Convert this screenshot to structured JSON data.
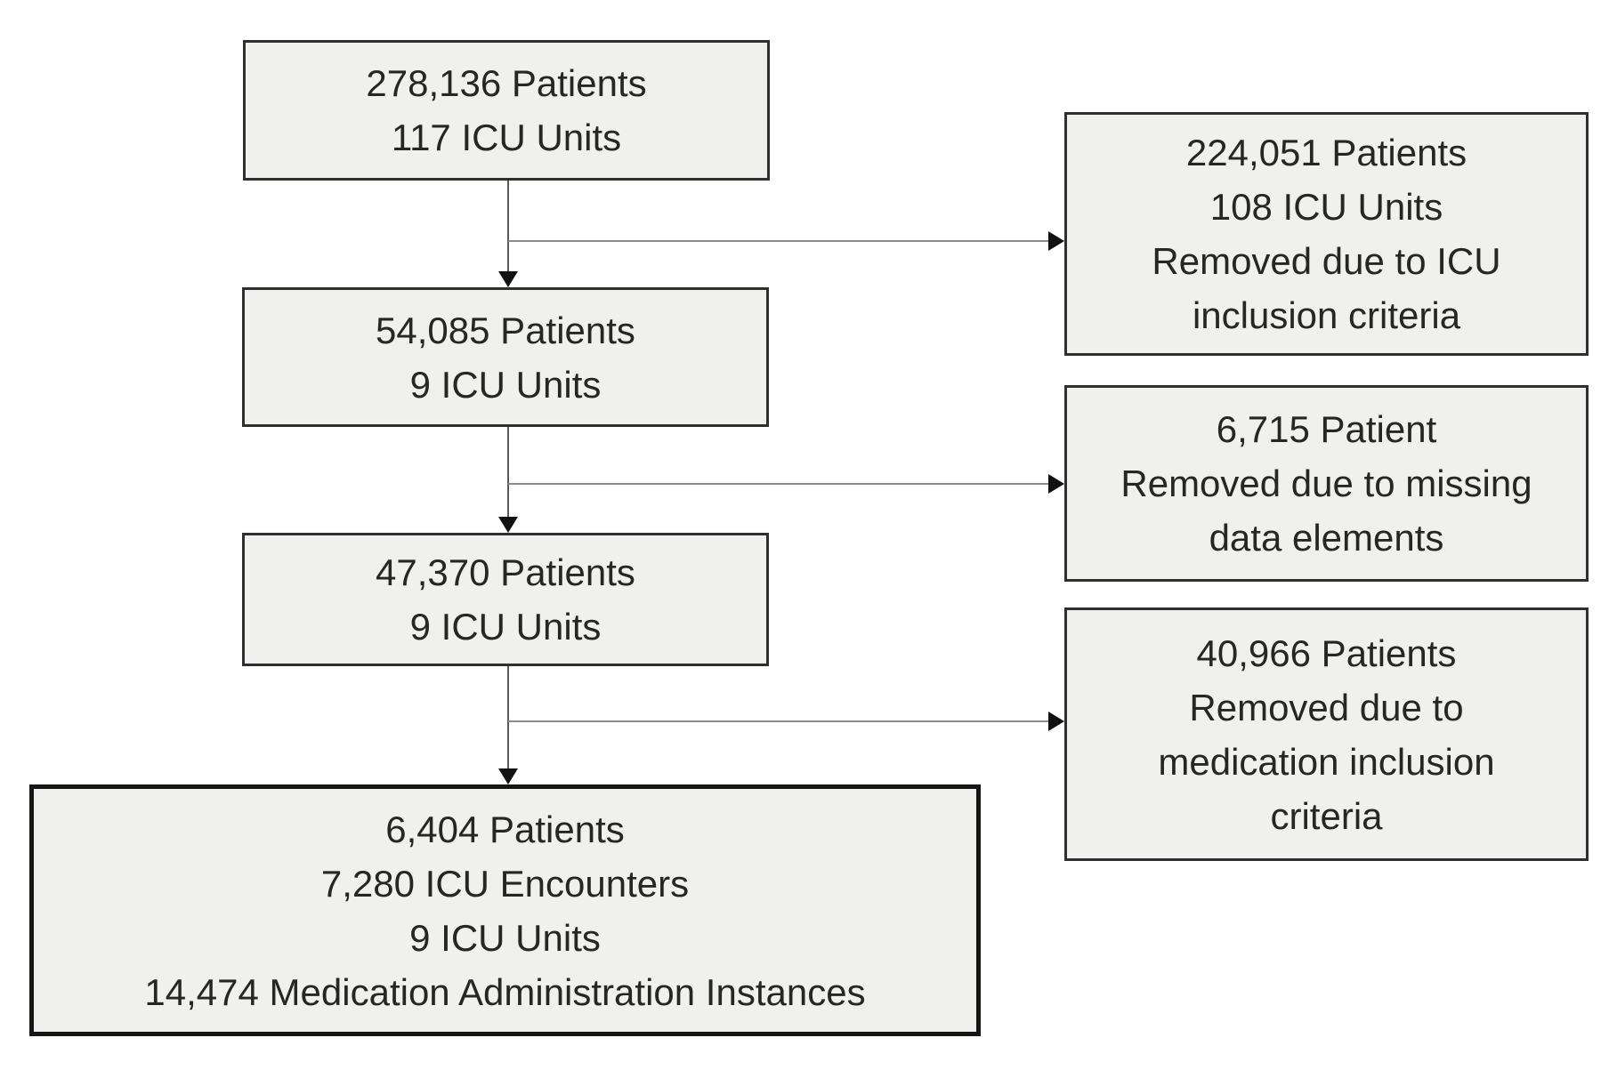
{
  "figure": {
    "type": "patient-cohort-flow-diagram",
    "colors": {
      "box_fill": "#f0f0ee",
      "box_border": "#2f2f2f",
      "final_box_border": "#161616",
      "connector_vertical": "#595959",
      "connector_horizontal": "#8c8c8c",
      "arrowhead": "#111111",
      "text": "#262626",
      "background": "#ffffff"
    },
    "main_boxes": [
      {
        "lines": [
          "278,136 Patients",
          "117 ICU Units"
        ]
      },
      {
        "lines": [
          "54,085 Patients",
          "9 ICU Units"
        ]
      },
      {
        "lines": [
          "47,370 Patients",
          "9 ICU Units"
        ]
      },
      {
        "lines": [
          "6,404 Patients",
          "7,280 ICU Encounters",
          "9 ICU Units",
          "14,474 Medication Administration Instances"
        ]
      }
    ],
    "exclusion_boxes": [
      {
        "lines": [
          "224,051 Patients",
          "108 ICU Units",
          "Removed due to ICU",
          "inclusion criteria"
        ]
      },
      {
        "lines": [
          "6,715 Patient",
          "Removed due to missing",
          "data elements"
        ]
      },
      {
        "lines": [
          "40,966 Patients",
          "Removed due to",
          "medication inclusion",
          "criteria"
        ]
      }
    ]
  }
}
